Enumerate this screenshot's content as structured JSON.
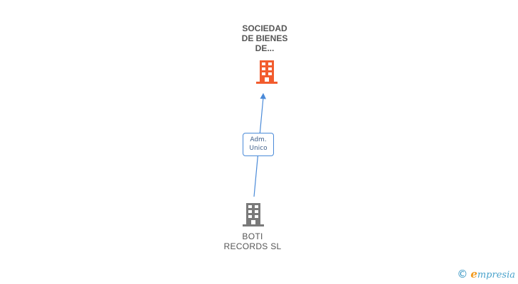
{
  "nodes": {
    "top_company": {
      "label": "SOCIEDAD\nDE BIENES\nDE...",
      "icon": "building-icon",
      "color": "#f25c2e"
    },
    "bottom_company": {
      "label": "BOTI\nRECORDS  SL",
      "icon": "building-icon",
      "color": "#7a7a7a"
    }
  },
  "edges": [
    {
      "from": "bottom_company",
      "to": "top_company",
      "role": "Adm.\nUnico",
      "color": "#4a8ad8"
    }
  ],
  "watermark": {
    "symbol": "©",
    "brand_initial": "e",
    "brand_rest": "mpresia"
  }
}
